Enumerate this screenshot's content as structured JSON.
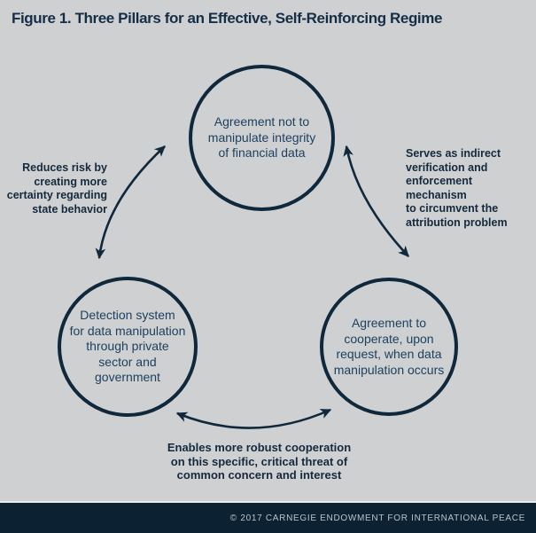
{
  "figure": {
    "title": "Figure 1. Three Pillars for an Effective, Self-Reinforcing Regime"
  },
  "diagram": {
    "type": "cycle-diagram",
    "nodes": [
      {
        "id": "agreement-no-manipulation",
        "lines": [
          "Agreement not to",
          "manipulate integrity",
          "of financial data"
        ]
      },
      {
        "id": "detection-system",
        "lines": [
          "Detection system",
          "for data manipulation",
          "through private",
          "sector and",
          "government"
        ]
      },
      {
        "id": "agreement-cooperate",
        "lines": [
          "Agreement to",
          "cooperate, upon",
          "request, when data",
          "manipulation occurs"
        ]
      }
    ],
    "edge_labels": {
      "left": {
        "lines": [
          "Reduces risk by",
          "creating more",
          "certainty regarding",
          "state behavior"
        ]
      },
      "right": {
        "lines": [
          "Serves as indirect",
          "verification and",
          "enforcement mechanism",
          "to circumvent the",
          "attribution problem"
        ]
      },
      "bottom": {
        "lines": [
          "Enables more robust cooperation",
          "on this specific, critical threat of",
          "common concern and interest"
        ]
      }
    },
    "edges": [
      {
        "between": [
          "detection-system",
          "agreement-no-manipulation"
        ],
        "bidirectional": true,
        "label_ref": "left"
      },
      {
        "between": [
          "agreement-no-manipulation",
          "agreement-cooperate"
        ],
        "bidirectional": true,
        "label_ref": "right"
      },
      {
        "between": [
          "detection-system",
          "agreement-cooperate"
        ],
        "bidirectional": true,
        "label_ref": "bottom"
      }
    ]
  },
  "footer": {
    "credit": "© 2017 CARNEGIE ENDOWMENT FOR INTERNATIONAL PEACE"
  },
  "colors": {
    "background": "#cfd0d1",
    "navy_stroke": "#10283c",
    "title_text": "#152e47",
    "node_text": "#1d4060",
    "edge_label_text": "#14293e",
    "footer_background": "#0c2233",
    "footer_text": "#b9c2c9"
  }
}
